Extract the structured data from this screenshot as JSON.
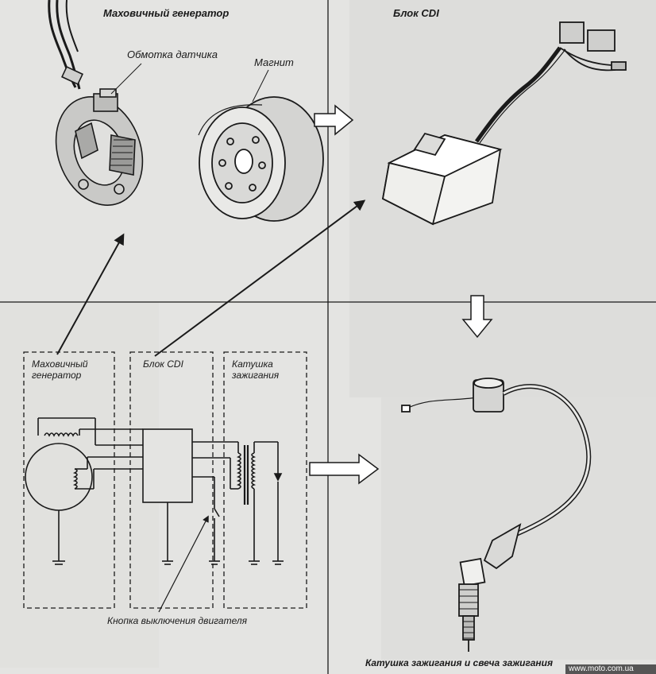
{
  "labels": {
    "flywheel_generator_top": "Маховичный генератор",
    "sensor_winding": "Обмотка датчика",
    "magnet": "Магнит",
    "cdi_unit_top": "Блок CDI",
    "flywheel_generator_box": "Маховичный генератор",
    "cdi_unit_box": "Блок CDI",
    "ignition_coil_box": "Катушка зажигания",
    "kill_switch": "Кнопка выключения двигателя",
    "coil_and_plug": "Катушка зажигания и свеча зажигания",
    "watermark": "www.moto.com.ua"
  },
  "colors": {
    "ink": "#1a1a1a",
    "paper": "#e4e4e2",
    "bleed_text": "#8f8f8f"
  }
}
